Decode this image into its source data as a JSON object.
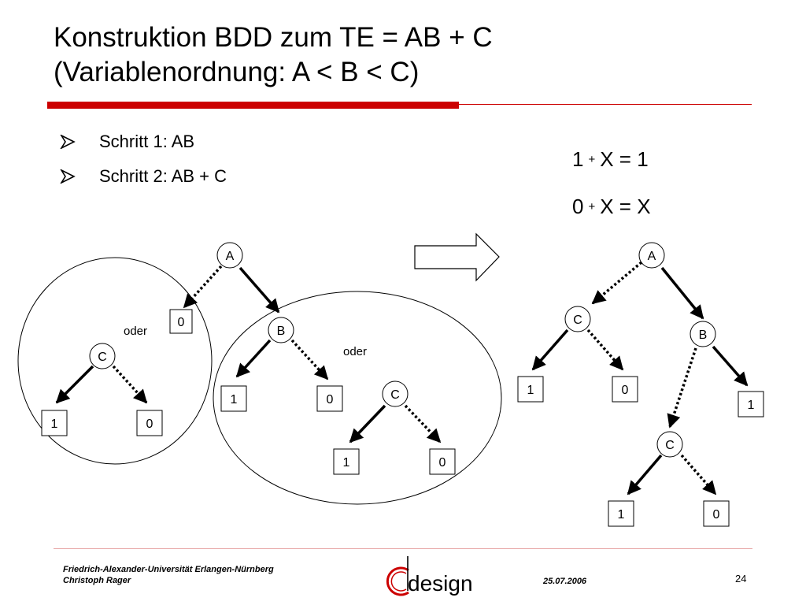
{
  "slide": {
    "title_line1": "Konstruktion BDD zum TE = AB + C",
    "title_line2": "(Variablenordnung: A < B < C)",
    "bullets": [
      "Schritt 1: AB",
      "Schritt 2: AB + C"
    ],
    "rules": [
      {
        "lhs": "1",
        "op": "+",
        "rhs": "X = 1"
      },
      {
        "lhs": "0",
        "op": "+",
        "rhs": "X = X"
      }
    ],
    "accent_color": "#cc0000"
  },
  "diagram": {
    "left": {
      "labels": {
        "nA": "A",
        "t0a": "0",
        "nB": "B",
        "t1a": "1",
        "t0b": "0",
        "nC1": "C",
        "t1b": "1",
        "t0c": "0",
        "nC2": "C",
        "t1c": "1",
        "t0d": "0",
        "oder1": "oder",
        "oder2": "oder"
      }
    },
    "right": {
      "labels": {
        "nA": "A",
        "nC1": "C",
        "t1a": "1",
        "t0a": "0",
        "nB": "B",
        "t1b": "1",
        "nC2": "C",
        "t1c": "1",
        "t0c": "0"
      }
    }
  },
  "footer": {
    "institution": "Friedrich-Alexander-Universität Erlangen-Nürnberg",
    "author": "Christoph Rager",
    "date": "25.07.2006",
    "page": "24",
    "logo_text": "design"
  }
}
